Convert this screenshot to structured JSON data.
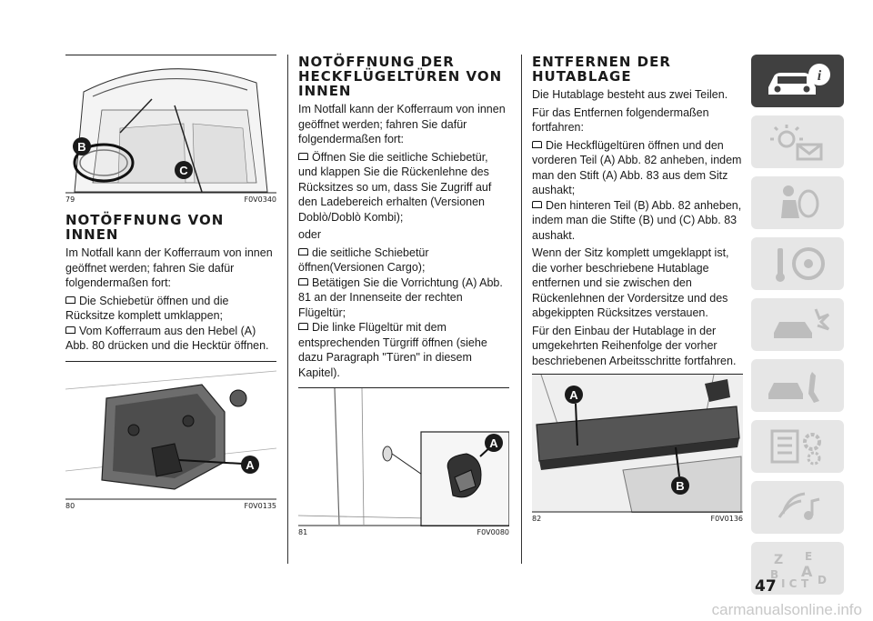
{
  "figures": {
    "f79": {
      "num": "79",
      "code": "F0V0340",
      "labels": [
        "B",
        "C"
      ]
    },
    "f80": {
      "num": "80",
      "code": "F0V0135",
      "labels": [
        "A"
      ]
    },
    "f81": {
      "num": "81",
      "code": "F0V0080",
      "labels": [
        "A"
      ]
    },
    "f82": {
      "num": "82",
      "code": "F0V0136",
      "labels": [
        "A",
        "B"
      ]
    }
  },
  "col1": {
    "heading": "NOTÖFFNUNG VON INNEN",
    "intro": "Im Notfall kann der Kofferraum von innen geöffnet werden; fahren Sie dafür folgendermaßen fort:",
    "bullets": [
      "Die Schiebetür öffnen und die Rücksitze komplett umklappen;",
      "Vom Kofferraum aus den Hebel (A) Abb. 80 drücken und die Hecktür öffnen."
    ]
  },
  "col2": {
    "heading": "NOTÖFFNUNG DER HECKFLÜGELTÜREN VON INNEN",
    "intro": "Im Notfall kann der Kofferraum von innen geöffnet werden; fahren Sie dafür folgendermaßen fort:",
    "bullets1": [
      "Öffnen Sie die seitliche Schiebetür, und klappen Sie die Rückenlehne des Rücksitzes so um, dass Sie Zugriff auf den Ladebereich erhalten (Versionen Doblò/Doblò Kombi);"
    ],
    "oder": "oder",
    "bullets2": [
      "die seitliche Schiebetür öffnen(Versionen Cargo);",
      "Betätigen Sie die Vorrichtung (A) Abb. 81 an der Innenseite der rechten Flügeltür;",
      "Die linke Flügeltür mit dem entsprechenden Türgriff öffnen (siehe dazu Paragraph \"Türen\" in diesem Kapitel)."
    ]
  },
  "col3": {
    "heading": "ENTFERNEN DER HUTABLAGE",
    "p1": "Die Hutablage besteht aus zwei Teilen.",
    "p2": "Für das Entfernen folgendermaßen fortfahren:",
    "bullets": [
      "Die Heckflügeltüren öffnen und den vorderen Teil (A) Abb. 82 anheben, indem man den Stift (A) Abb. 83 aus dem Sitz aushakt;",
      "Den hinteren Teil (B) Abb. 82 anheben, indem man die Stifte (B) und (C) Abb. 83 aushakt."
    ],
    "p3": "Wenn der Sitz komplett umgeklappt ist, die vorher beschriebene Hutablage entfernen und sie zwischen den Rückenlehnen der Vordersitze und des abgekippten Rücksitzes verstauen.",
    "p4": "Für den Einbau der Hutablage in der umgekehrten Reihenfolge der vorher beschriebenen Arbeitsschritte fortfahren."
  },
  "page_number": "47",
  "footer": "carmanualsonline.info",
  "tabs": [
    {
      "icon": "car-info-icon",
      "active": true
    },
    {
      "icon": "lights-message-icon",
      "active": false
    },
    {
      "icon": "airbag-safety-icon",
      "active": false
    },
    {
      "icon": "key-steering-icon",
      "active": false
    },
    {
      "icon": "crash-emergency-icon",
      "active": false
    },
    {
      "icon": "car-wrench-icon",
      "active": false
    },
    {
      "icon": "data-gears-icon",
      "active": false
    },
    {
      "icon": "music-phone-icon",
      "active": false
    },
    {
      "icon": "alphabet-index-icon",
      "active": false
    }
  ],
  "colors": {
    "dark_tab": "#404040",
    "light_tab": "#e6e6e6",
    "label_circle": "#1a1a1a"
  }
}
